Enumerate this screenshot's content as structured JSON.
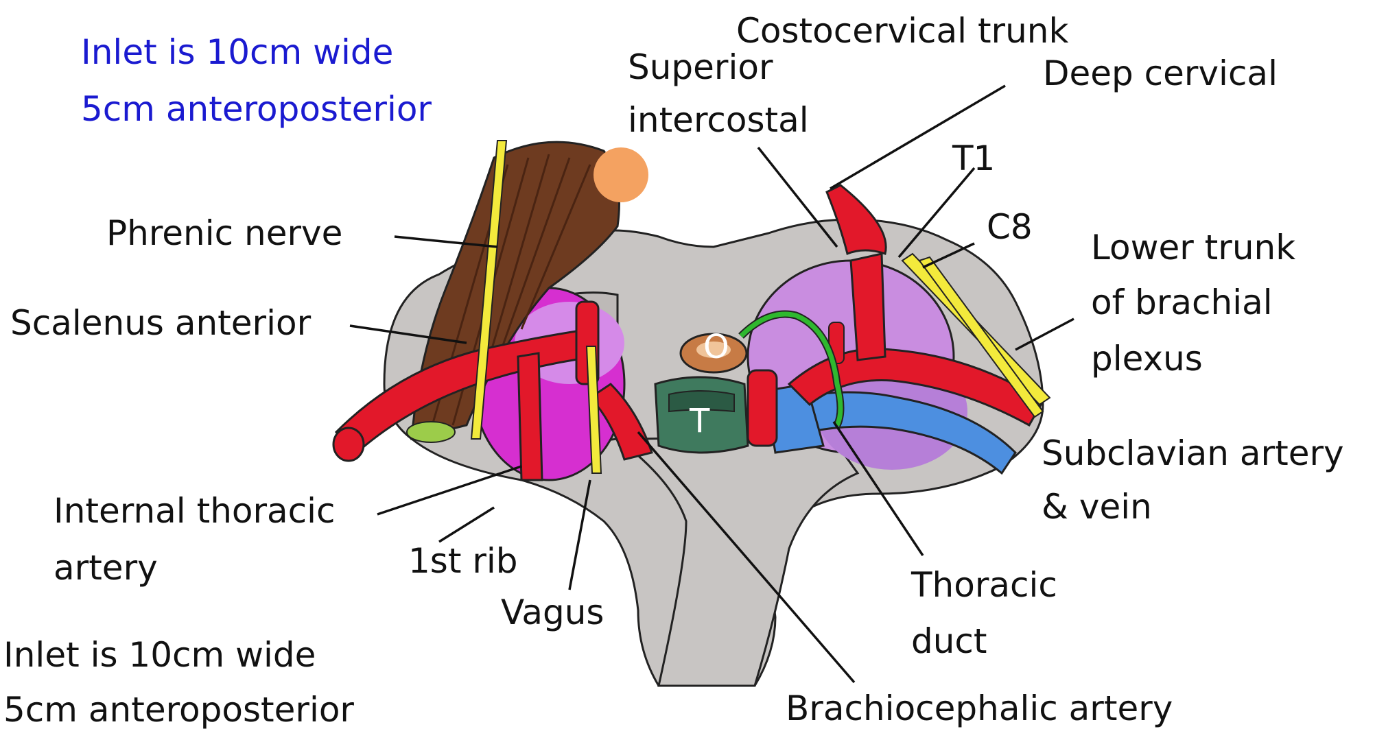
{
  "colors": {
    "bone": "#c8c5c3",
    "artery": "#e2182a",
    "vein": "#4d8fe0",
    "nerve": "#f3ea3c",
    "duct": "#2fb82f",
    "muscle": "#6e3b20",
    "pleura": "#d58ae8",
    "lung": "#d62fd0",
    "trachea": "#3f7a5e",
    "oesophagus": "#c77b45",
    "blue_note": "#1a1ad0"
  },
  "note_top": {
    "line1": "Inlet is 10cm wide",
    "line2": "5cm anteroposterior"
  },
  "note_bottom": {
    "line1": "Inlet is 10cm wide",
    "line2": "5cm anteroposterior"
  },
  "labels": {
    "costocervical_trunk": "Costocervical trunk",
    "superior_intercostal_1": "Superior",
    "superior_intercostal_2": "intercostal",
    "deep_cervical": "Deep cervical",
    "t1": "T1",
    "c8": "C8",
    "lower_trunk_1": "Lower trunk",
    "lower_trunk_2": "of brachial",
    "lower_trunk_3": "plexus",
    "subclavian_1": "Subclavian artery",
    "subclavian_2": "& vein",
    "thoracic_duct_1": "Thoracic",
    "thoracic_duct_2": "duct",
    "brachiocephalic": "Brachiocephalic artery",
    "vagus": "Vagus",
    "first_rib": "1st rib",
    "internal_thoracic_1": "Internal thoracic",
    "internal_thoracic_2": "artery",
    "scalenus": "Scalenus anterior",
    "phrenic": "Phrenic nerve",
    "oesophagus_mark": "O",
    "trachea_mark": "T"
  }
}
